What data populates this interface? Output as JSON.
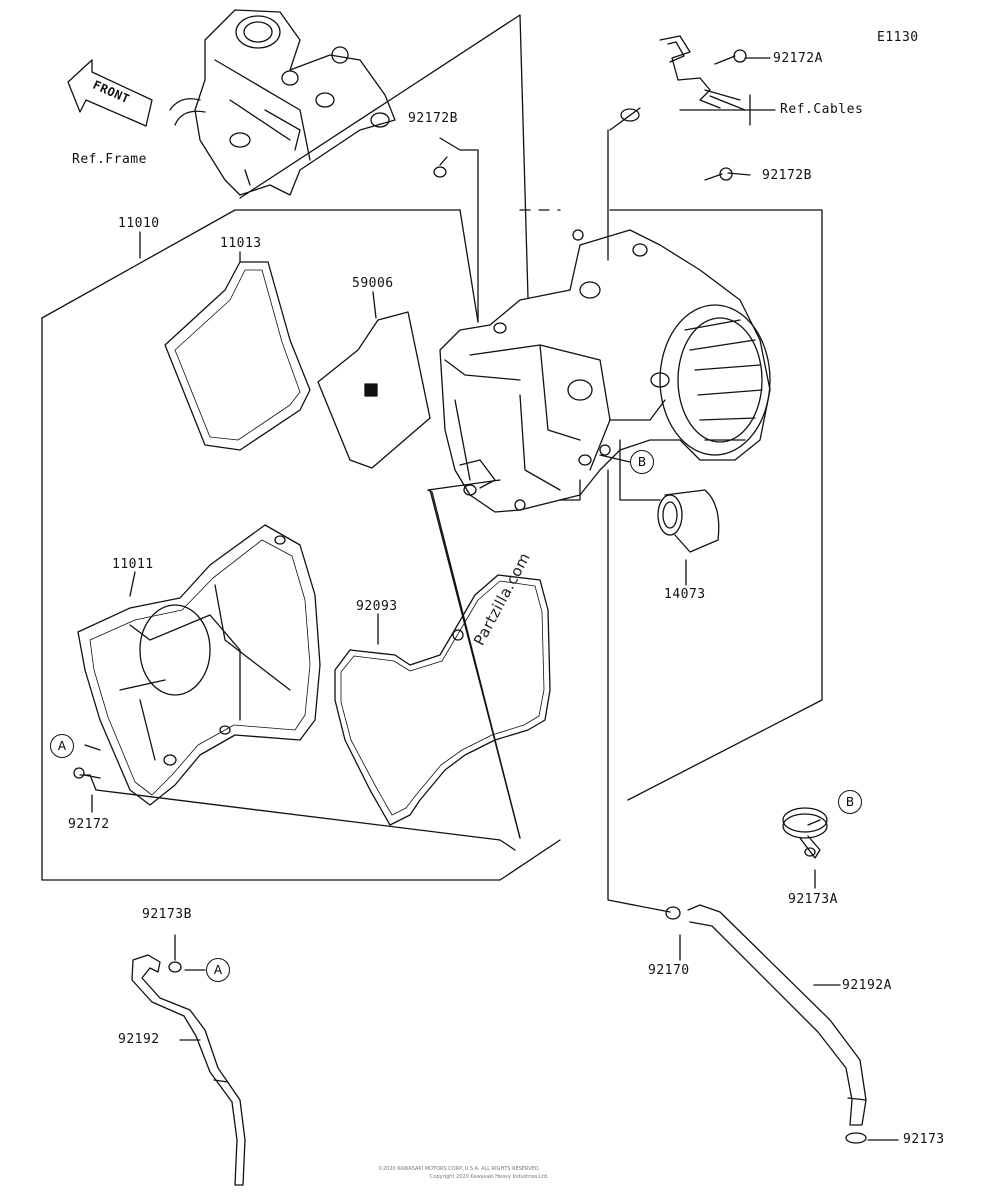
{
  "diagram_code": "E1130",
  "front_label": "FRONT",
  "parts": {
    "p92172A": "92172A",
    "ref_cables": "Ref.Cables",
    "p92172B_left": "92172B",
    "p92172B_right": "92172B",
    "ref_frame": "Ref.Frame",
    "p11010": "11010",
    "p11013": "11013",
    "p59006": "59006",
    "p11011": "11011",
    "p92093": "92093",
    "p14073": "14073",
    "p92172": "92172",
    "p92173A": "92173A",
    "p92173B": "92173B",
    "p92170": "92170",
    "p92192A": "92192A",
    "p92192": "92192",
    "p92173": "92173"
  },
  "callouts": {
    "a": "A",
    "b": "B"
  },
  "watermark": "Partzilla.com",
  "footer": {
    "line1": "©2020 KAWASAKI MOTORS CORP.,U.S.A. ALL RIGHTS RESERVED.",
    "line2": "Copyright 2020 Kawasaki Heavy Industries,Ltd."
  }
}
